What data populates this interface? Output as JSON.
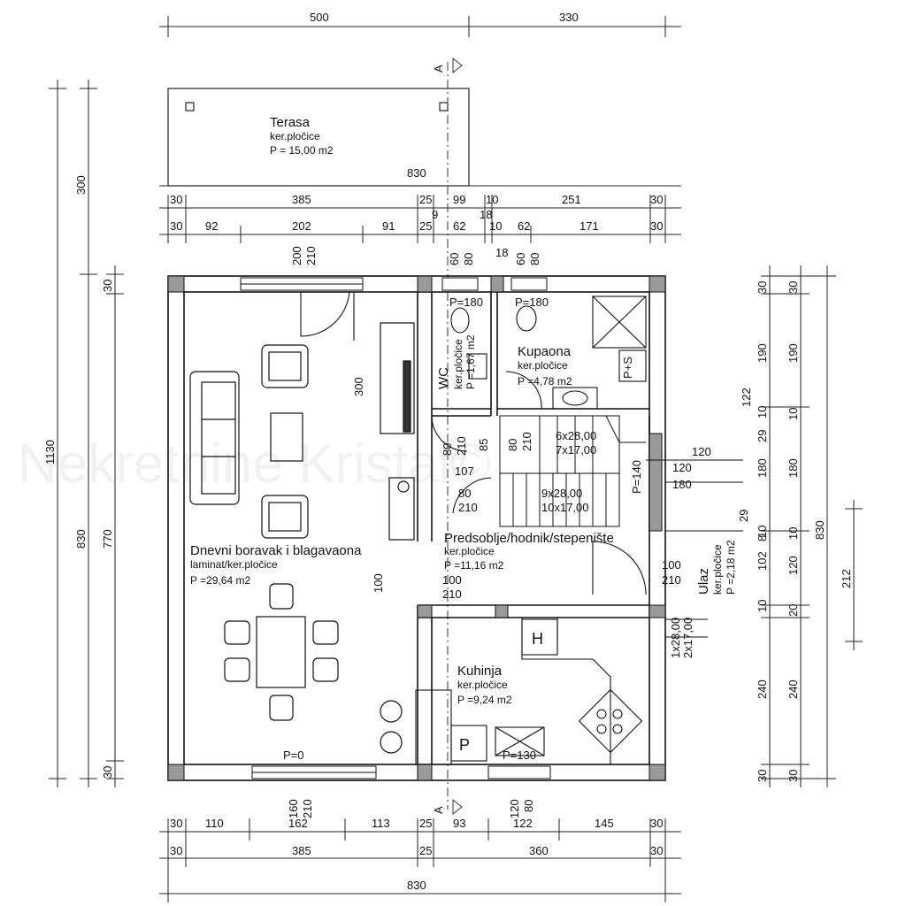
{
  "watermark": "Nekretnine Kristal©",
  "section_mark": "A",
  "rooms": {
    "terasa": {
      "name": "Terasa",
      "finish": "ker.pločice",
      "area": "P = 15,00 m2"
    },
    "dnevni": {
      "name": "Dnevni boravak i blagavaona",
      "finish": "laminat/ker.pločice",
      "area": "P =29,64 m2"
    },
    "wc": {
      "name": "WC",
      "finish": "ker.pločice",
      "area": "P =1,67 m2"
    },
    "kupaona": {
      "name": "Kupaona",
      "finish": "ker.pločice",
      "area": "P =4,78 m2"
    },
    "predsoblje": {
      "name": "Predsoblje/hodnik/stepenište",
      "finish": "ker.pločice",
      "area": "P =11,16 m2"
    },
    "kuhinja": {
      "name": "Kuhinja",
      "finish": "ker.pločice",
      "area": "P =9,24 m2"
    },
    "ulaz": {
      "name": "Ulaz",
      "finish": "ker.pločice",
      "area": "P =2,18 m2"
    }
  },
  "labels": {
    "p180a": "P=180",
    "p180b": "P=180",
    "p140": "P=140",
    "p130": "P=130",
    "p0": "P=0",
    "hob": "H",
    "pantry": "P",
    "ps": "P+S",
    "stair1": "6x28,00",
    "stair1b": "7x17,00",
    "stair2": "9x28,00",
    "stair2b": "10x17,00",
    "step1": "1x28,00",
    "step1b": "2x17,00"
  },
  "dims": {
    "top_500": "500",
    "top_330": "330",
    "top_830": "830",
    "r1": [
      "30",
      "385",
      "25",
      "99",
      "10",
      "251",
      "30"
    ],
    "r1b": [
      "9",
      "18"
    ],
    "r2": [
      "30",
      "92",
      "202",
      "91",
      "25",
      "62",
      "10",
      "62",
      "171",
      "30"
    ],
    "r2b": "18",
    "b1": [
      "30",
      "110",
      "162",
      "113",
      "25",
      "93",
      "122",
      "145",
      "30"
    ],
    "b2": [
      "30",
      "385",
      "25",
      "360",
      "30"
    ],
    "b3": "830",
    "left_1130": "1130",
    "left_300": "300",
    "left_830": "830",
    "left_770": "770",
    "left_30a": "30",
    "left_30b": "30",
    "right_outer": [
      "30",
      "190",
      "10",
      "180",
      "10",
      "102",
      "10",
      "240",
      "30"
    ],
    "right_inner": [
      "30",
      "122",
      "29",
      "29",
      "8",
      "120",
      "20",
      "240",
      "30"
    ],
    "right_830": "830",
    "right_212": "212",
    "win_200": "200",
    "win_210": "210",
    "win_60a": "60",
    "win_80a": "80",
    "win_60b": "60",
    "win_80b": "80",
    "d300": "300",
    "d80": "80",
    "d210": "210",
    "d85": "85",
    "d107": "107",
    "d80b": "80",
    "d210b": "210",
    "d80c": "80",
    "d210c": "210",
    "d100": "100",
    "d100b": "100",
    "d210d": "210",
    "d120a": "120",
    "d120b": "120",
    "d180": "180",
    "d100c": "100",
    "d210e": "210",
    "bw_160": "160",
    "bw_210": "210",
    "bw_120": "120",
    "bw_80": "80"
  }
}
